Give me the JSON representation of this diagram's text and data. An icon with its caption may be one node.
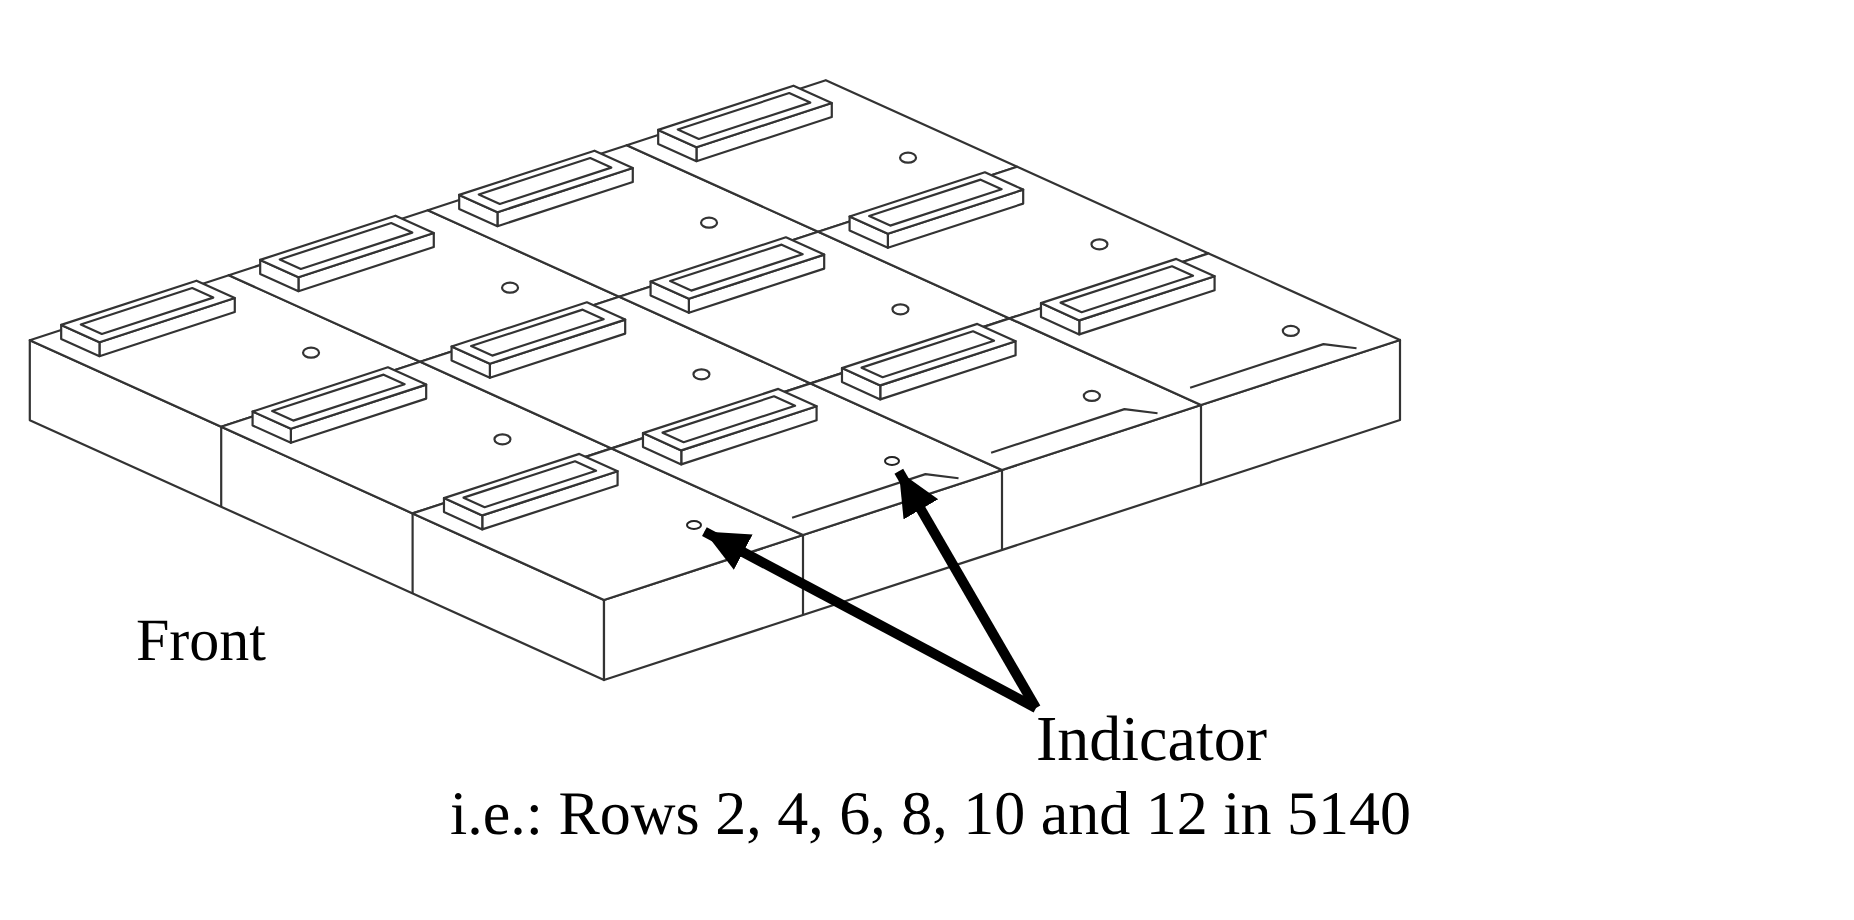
{
  "diagram": {
    "nodes": [
      {
        "text": [
          "Indicator"
        ]
      },
      {
        "text": [],
        "shape": "circle"
      },
      {
        "text": [],
        "shape": "circle"
      }
    ],
    "edges": [
      {
        "from": 0,
        "to": 1,
        "arrow": "to"
      },
      {
        "from": 0,
        "to": 2,
        "arrow": "to"
      }
    ],
    "labels": [
      "Front",
      "i.e.: Rows 2, 4, 6, 8, 10 and 12 in 5140"
    ]
  }
}
